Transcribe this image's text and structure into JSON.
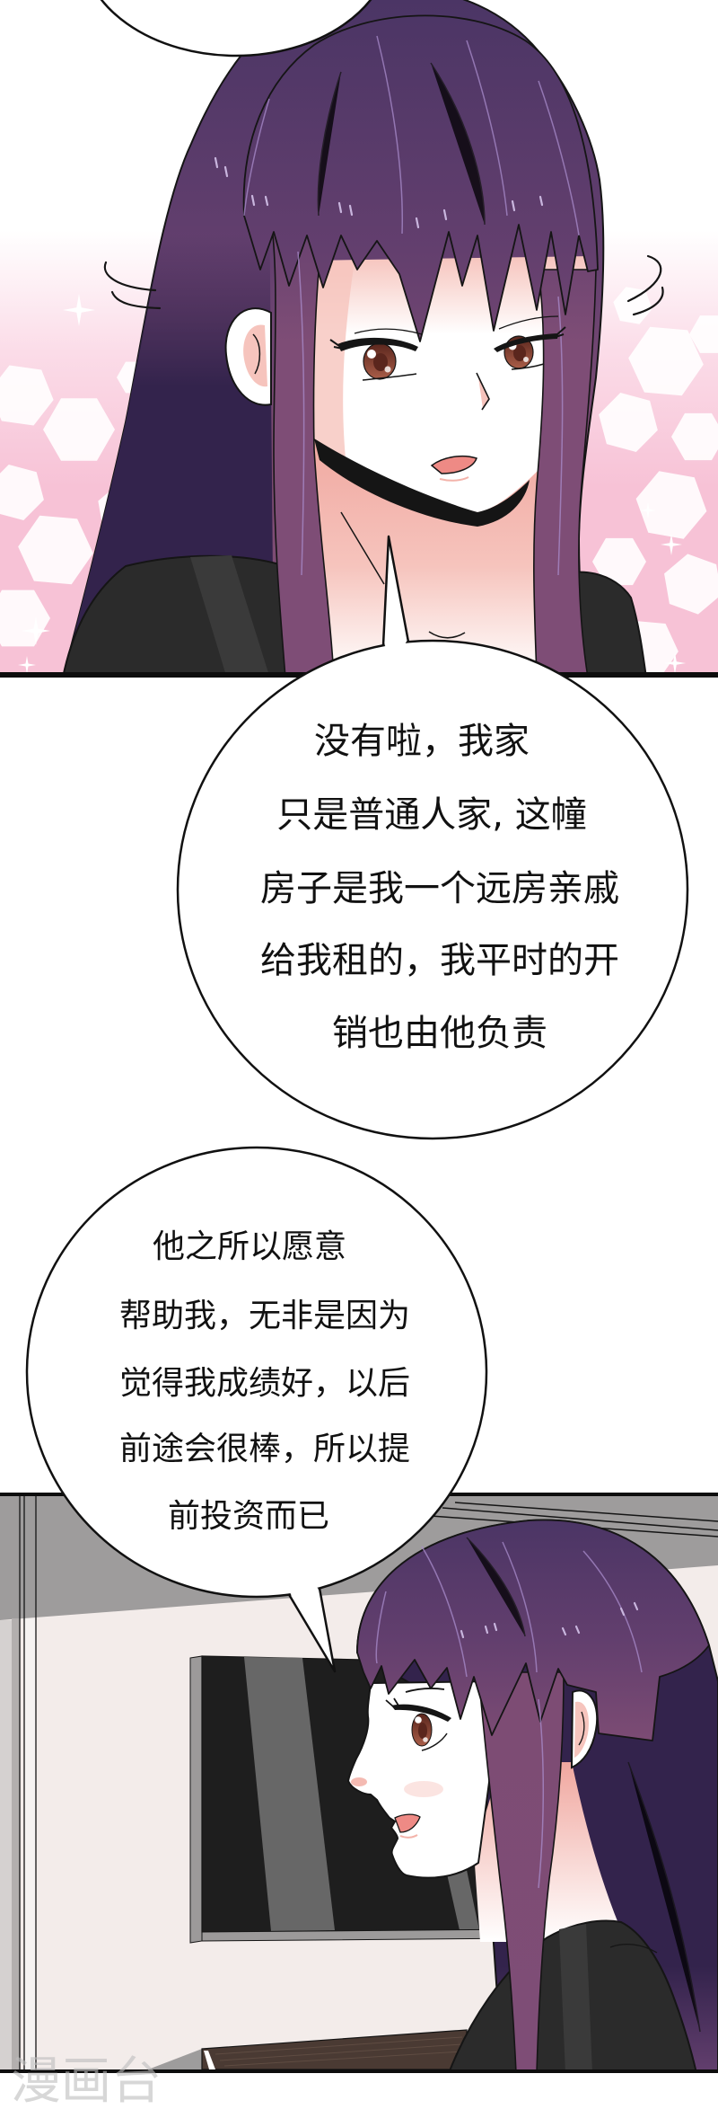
{
  "speech_bubbles": {
    "bubble_1": {
      "lines": [
        "没有啦，我家",
        "只是普通人家, 这幢",
        "房子是我一个远房亲戚",
        "给我租的，我平时的开",
        "销也由他负责"
      ]
    },
    "bubble_2": {
      "lines": [
        "他之所以愿意",
        "帮助我，无非是因为",
        "觉得我成绩好，以后",
        "前途会很棒，所以提",
        "前投资而已"
      ]
    }
  },
  "watermark": {
    "text": "漫画台"
  },
  "colors": {
    "panel_border": "#0d0d0d",
    "outline": "#151515",
    "text": "#111111",
    "bubble_fill": "#ffffff",
    "bubble_stroke": "#111111",
    "bg_white": "#ffffff",
    "bg_pink_light": "#fbdce8",
    "bg_pink": "#f7c2d6",
    "bokeh": "#ffffff",
    "hair_top": "#4b3565",
    "hair_mid": "#633f6e",
    "hair_bottom": "#7d4c74",
    "hair_dark": "#33234c",
    "hair_lock": "#7e4d76",
    "hair_highlight": "#a98ccc",
    "hair_shine": "#c9b6de",
    "skin": "#ffffff",
    "skin_shade": "#f6c4bd",
    "neck_shade": "#f0a79f",
    "blush": "#f3b3aa",
    "jacket": "#2b2b2b",
    "jacket_light": "#3a3a3a",
    "iris_dark": "#5a261d",
    "iris_light": "#a95d48",
    "eye_highlight": "#ffffff",
    "mouth": "#ee8a85",
    "wall": "#f3ecea",
    "ceiling": "#9e9c9c",
    "pillar_light": "#d5d1d0",
    "pillar_mid": "#b3afae",
    "pillar_strip": "#f6f3f2",
    "tv_screen": "#1e1e1e",
    "tv_stripe": "#676767",
    "tv_frame": "#9c9a9a",
    "wood": "#4a3a33",
    "wood_grain": "#5f4c42",
    "watermark": "#bdbdbd"
  }
}
